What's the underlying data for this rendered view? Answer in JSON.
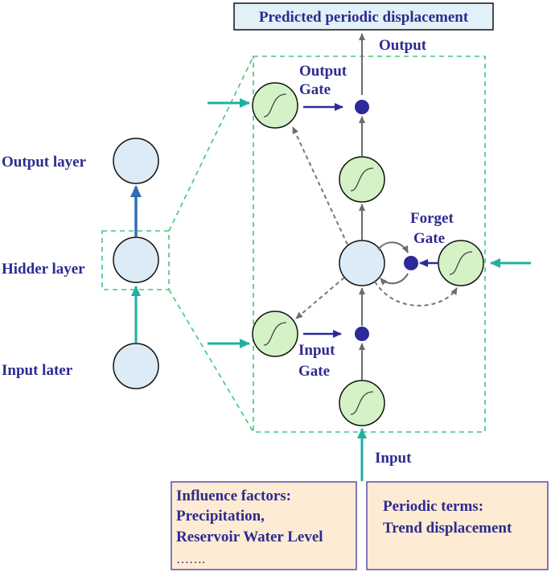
{
  "title": "Predicted periodic displacement",
  "labels": {
    "output_layer": "Output layer",
    "hidden_layer": "Hidder layer",
    "input_layer": "Input later",
    "output": "Output",
    "output_gate_1": "Output",
    "output_gate_2": "Gate",
    "forget_gate_1": "Forget",
    "forget_gate_2": "Gate",
    "input_gate_1": "Input",
    "input_gate_2": "Gate",
    "input": "Input"
  },
  "influence_box": {
    "line1": "Influence factors:",
    "line2": "Precipitation,",
    "line3": "Reservoir Water Level",
    "line4": "……."
  },
  "periodic_box": {
    "line1": "Periodic terms:",
    "line2": "Trend displacement"
  },
  "colors": {
    "label_navy": "#2e2b8f",
    "node_blue": "#dcebf5",
    "node_green": "#d4f2c6",
    "teal_arrow": "#1fb0a0",
    "blue_arrow": "#2f6db5",
    "dashed_green": "#3ec77c",
    "box_fill": "#fdebd4",
    "title_fill": "#e2f0f7"
  }
}
